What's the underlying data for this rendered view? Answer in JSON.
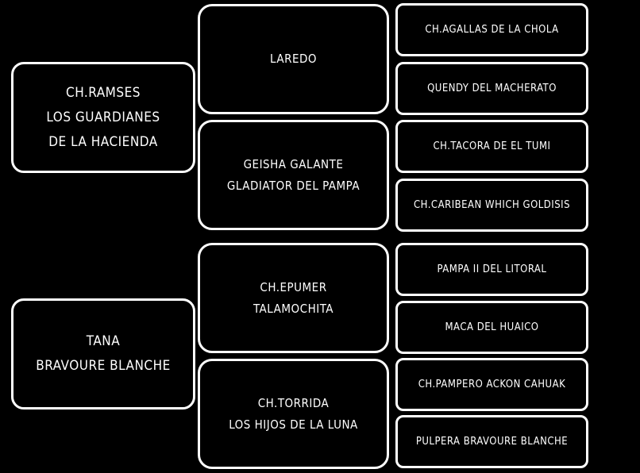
{
  "colors": {
    "background": "#000000",
    "border": "#ffffff",
    "text": "#ffffff"
  },
  "pedigree": {
    "sire": {
      "name": "CH.RAMSES\nLOS GUARDIANES\nDE LA HACIENDA"
    },
    "dam": {
      "name": "TANA\nBRAVOURE BLANCHE"
    },
    "sire_sire": {
      "name": "LAREDO"
    },
    "sire_dam": {
      "name": "GEISHA GALANTE\nGLADIATOR DEL PAMPA"
    },
    "dam_sire": {
      "name": "CH.EPUMER\nTALAMOCHITA"
    },
    "dam_dam": {
      "name": "CH.TORRIDA\nLOS HIJOS DE LA LUNA"
    },
    "great_grandparents": [
      {
        "name": "CH.AGALLAS DE LA CHOLA"
      },
      {
        "name": "QUENDY DEL MACHERATO"
      },
      {
        "name": "CH.TACORA DE EL TUMI"
      },
      {
        "name": "CH.CARIBEAN WHICH GOLDISIS"
      },
      {
        "name": "PAMPA II DEL LITORAL"
      },
      {
        "name": "MACA DEL HUAICO"
      },
      {
        "name": "CH.PAMPERO ACKON CAHUAK"
      },
      {
        "name": "PULPERA BRAVOURE BLANCHE"
      }
    ]
  }
}
